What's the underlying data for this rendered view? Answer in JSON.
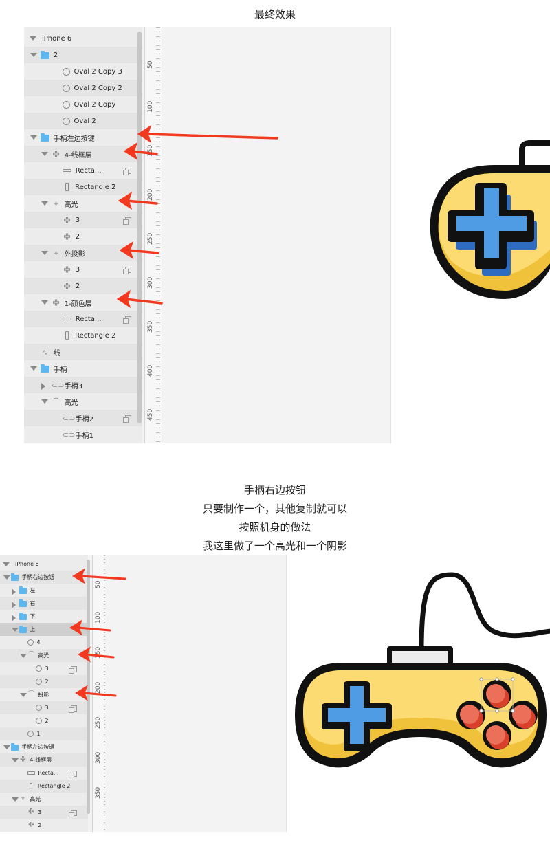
{
  "captions": {
    "top": "最终效果",
    "mid_lines": [
      "手柄右边按钮",
      "只要制作一个，其他复制就可以",
      "按照机身的做法",
      "我这里做了一个高光和一个阴影"
    ]
  },
  "panel1": {
    "layers": [
      {
        "label": "iPhone 6",
        "icon": "triangle-down",
        "indent": 0
      },
      {
        "label": "2",
        "icon": "folder-icon",
        "indent": 1
      },
      {
        "label": "Oval 2 Copy 3",
        "icon": "oval-icon",
        "indent": 3
      },
      {
        "label": "Oval 2 Copy 2",
        "icon": "oval-icon",
        "indent": 3
      },
      {
        "label": "Oval 2 Copy",
        "icon": "oval-icon",
        "indent": 3
      },
      {
        "label": "Oval 2",
        "icon": "oval-icon",
        "indent": 3
      },
      {
        "label": "手柄左边按键",
        "icon": "folder-icon",
        "indent": 1
      },
      {
        "label": "4-线框层",
        "icon": "cross-shape-icon",
        "indent": 2
      },
      {
        "label": "Recta...",
        "icon": "rectangle-icon",
        "indent": 3,
        "copy": true
      },
      {
        "label": "Rectangle 2",
        "icon": "vertical-rectangle-icon",
        "indent": 3
      },
      {
        "label": "高光",
        "icon": "path-icon",
        "indent": 2
      },
      {
        "label": "3",
        "icon": "cross-shape-icon",
        "indent": 3,
        "copy": true
      },
      {
        "label": "2",
        "icon": "cross-shape-icon",
        "indent": 3
      },
      {
        "label": "外投影",
        "icon": "path-icon",
        "indent": 2
      },
      {
        "label": "3",
        "icon": "cross-shape-icon",
        "indent": 3,
        "copy": true
      },
      {
        "label": "2",
        "icon": "cross-shape-icon",
        "indent": 3
      },
      {
        "label": "1-颜色层",
        "icon": "cross-shape-icon",
        "indent": 2
      },
      {
        "label": "Recta...",
        "icon": "rectangle-icon",
        "indent": 3,
        "copy": true
      },
      {
        "label": "Rectangle 2",
        "icon": "vertical-rectangle-icon",
        "indent": 3
      },
      {
        "label": "线",
        "icon": "curve-line-icon",
        "indent": 1
      },
      {
        "label": "手柄",
        "icon": "folder-icon",
        "indent": 1
      },
      {
        "label": "手柄3",
        "icon": "capsule-shape-icon",
        "indent": 2,
        "collapsed": true
      },
      {
        "label": "高光",
        "icon": "arc-path-icon",
        "indent": 2
      },
      {
        "label": "手柄2",
        "icon": "capsule-shape-icon",
        "indent": 3,
        "copy": true
      },
      {
        "label": "手柄1",
        "icon": "capsule-shape-icon",
        "indent": 3
      }
    ],
    "ruler_labels": [
      "50",
      "100",
      "150",
      "200",
      "250",
      "300",
      "350",
      "400",
      "450"
    ]
  },
  "panel2": {
    "layers": [
      {
        "label": "iPhone 6",
        "icon": "triangle-down",
        "indent": 0
      },
      {
        "label": "手柄右边按钮",
        "icon": "folder-icon",
        "indent": 1
      },
      {
        "label": "左",
        "icon": "folder-icon",
        "indent": 2,
        "collapsed": true
      },
      {
        "label": "右",
        "icon": "folder-icon",
        "indent": 2,
        "collapsed": true
      },
      {
        "label": "下",
        "icon": "folder-icon",
        "indent": 2,
        "collapsed": true
      },
      {
        "label": "上",
        "icon": "folder-icon",
        "indent": 2,
        "selected": true
      },
      {
        "label": "4",
        "icon": "oval-icon",
        "indent": 3
      },
      {
        "label": "高光",
        "icon": "arc-path-icon",
        "indent": 3
      },
      {
        "label": "3",
        "icon": "oval-icon",
        "indent": 4,
        "copy": true
      },
      {
        "label": "2",
        "icon": "oval-icon",
        "indent": 4
      },
      {
        "label": "投影",
        "icon": "arc-path-icon",
        "indent": 3
      },
      {
        "label": "3",
        "icon": "oval-icon",
        "indent": 4,
        "copy": true
      },
      {
        "label": "2",
        "icon": "oval-icon",
        "indent": 4
      },
      {
        "label": "1",
        "icon": "oval-icon",
        "indent": 3
      },
      {
        "label": "手柄左边按键",
        "icon": "folder-icon",
        "indent": 1
      },
      {
        "label": "4-线框层",
        "icon": "cross-shape-icon",
        "indent": 2
      },
      {
        "label": "Recta...",
        "icon": "rectangle-icon",
        "indent": 3,
        "copy": true
      },
      {
        "label": "Rectangle 2",
        "icon": "vertical-rectangle-icon",
        "indent": 3
      },
      {
        "label": "高光",
        "icon": "path-icon",
        "indent": 2
      },
      {
        "label": "3",
        "icon": "cross-shape-icon",
        "indent": 3,
        "copy": true
      },
      {
        "label": "2",
        "icon": "cross-shape-icon",
        "indent": 3
      }
    ],
    "ruler_labels": [
      "50",
      "100",
      "150",
      "200",
      "250",
      "300",
      "350"
    ]
  },
  "colors": {
    "gamepad_body": "#fcdc72",
    "gamepad_shadow": "#f0c23c",
    "dpad_blue": "#4f9be4",
    "dpad_shadow": "#2f6cc0",
    "button_red": "#ec7059",
    "button_shadow": "#d8402c",
    "outline": "#111111",
    "arrow_red": "#f2391f"
  }
}
